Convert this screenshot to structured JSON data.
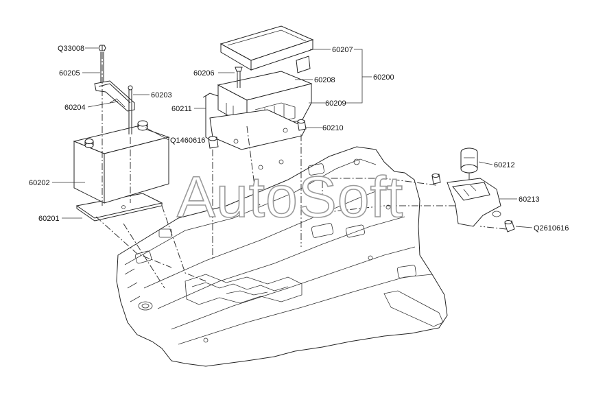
{
  "watermark": "AutoSoft",
  "callouts": {
    "q33008": "Q33008",
    "p60205": "60205",
    "p60204": "60204",
    "p60203": "60203",
    "p60202": "60202",
    "p60201": "60201",
    "q1460616": "Q1460616",
    "p60206": "60206",
    "p60207": "60207",
    "p60208": "60208",
    "p60209": "60209",
    "p60210": "60210",
    "p60211": "60211",
    "p60200": "60200",
    "p60212": "60212",
    "p60213": "60213",
    "q2610616": "Q2610616"
  }
}
